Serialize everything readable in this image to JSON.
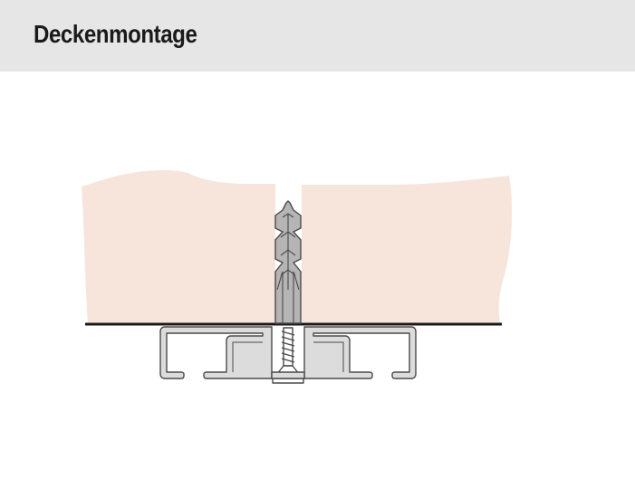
{
  "header": {
    "title": "Deckenmontage"
  },
  "colors": {
    "header_background": "#e6e6e6",
    "ceiling_fill": "#f7e5dc",
    "ceiling_line": "#1a1a1a",
    "rail_fill": "#dcdcdc",
    "dowel_fill": "#b5b5b5",
    "outline": "#4a4a4a"
  },
  "diagram": {
    "parts": [
      "ceiling-slab",
      "drill-hole",
      "wall-plug",
      "screw",
      "ceiling-rail-profile"
    ]
  }
}
